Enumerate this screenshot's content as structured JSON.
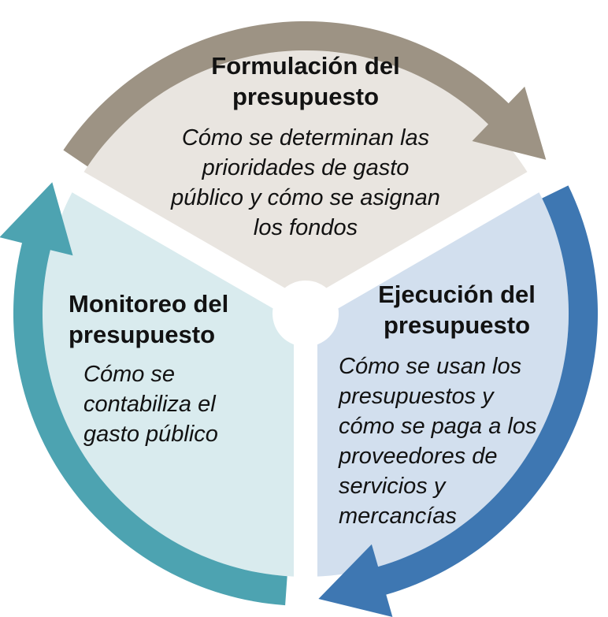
{
  "diagram": {
    "type": "cycle",
    "direction": "clockwise",
    "background": "#ffffff",
    "text_color": "#121212",
    "separator_color": "#ffffff",
    "segments": [
      {
        "id": "formulacion",
        "position": "top",
        "title": "Formulación del\npresupuesto",
        "description": "Cómo se determinan las\nprioridades de gasto\npúblico y cómo se asignan\nlos fondos",
        "fill": "#e9e5e0",
        "arrow": "#9d9384"
      },
      {
        "id": "ejecucion",
        "position": "right",
        "title": "Ejecución del\npresupuesto",
        "description": "Cómo se usan los\npresupuestos y\ncómo se paga a los\nproveedores de\nservicios y\nmercancías",
        "fill": "#d2dfee",
        "arrow": "#3e77b2"
      },
      {
        "id": "monitoreo",
        "position": "left",
        "title": "Monitoreo del\npresupuesto",
        "description": "Cómo se\ncontabiliza el\ngasto público",
        "fill": "#d9ebee",
        "arrow": "#4da3b1"
      }
    ]
  }
}
